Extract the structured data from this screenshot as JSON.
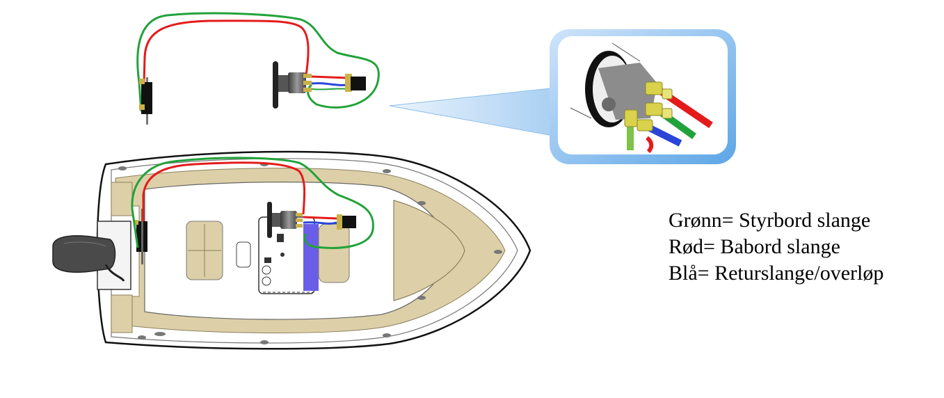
{
  "legend": {
    "lines": [
      "Grønn= Styrbord slange",
      "Rød= Babord slange",
      "Blå= Returslange/overløp"
    ]
  },
  "colors": {
    "starboard_hose": "#22a23a",
    "port_hose": "#e41b1b",
    "return_hose": "#2a45d8",
    "deck_beige": "#ddd0a8",
    "callout_blue": "#6aaee8"
  }
}
